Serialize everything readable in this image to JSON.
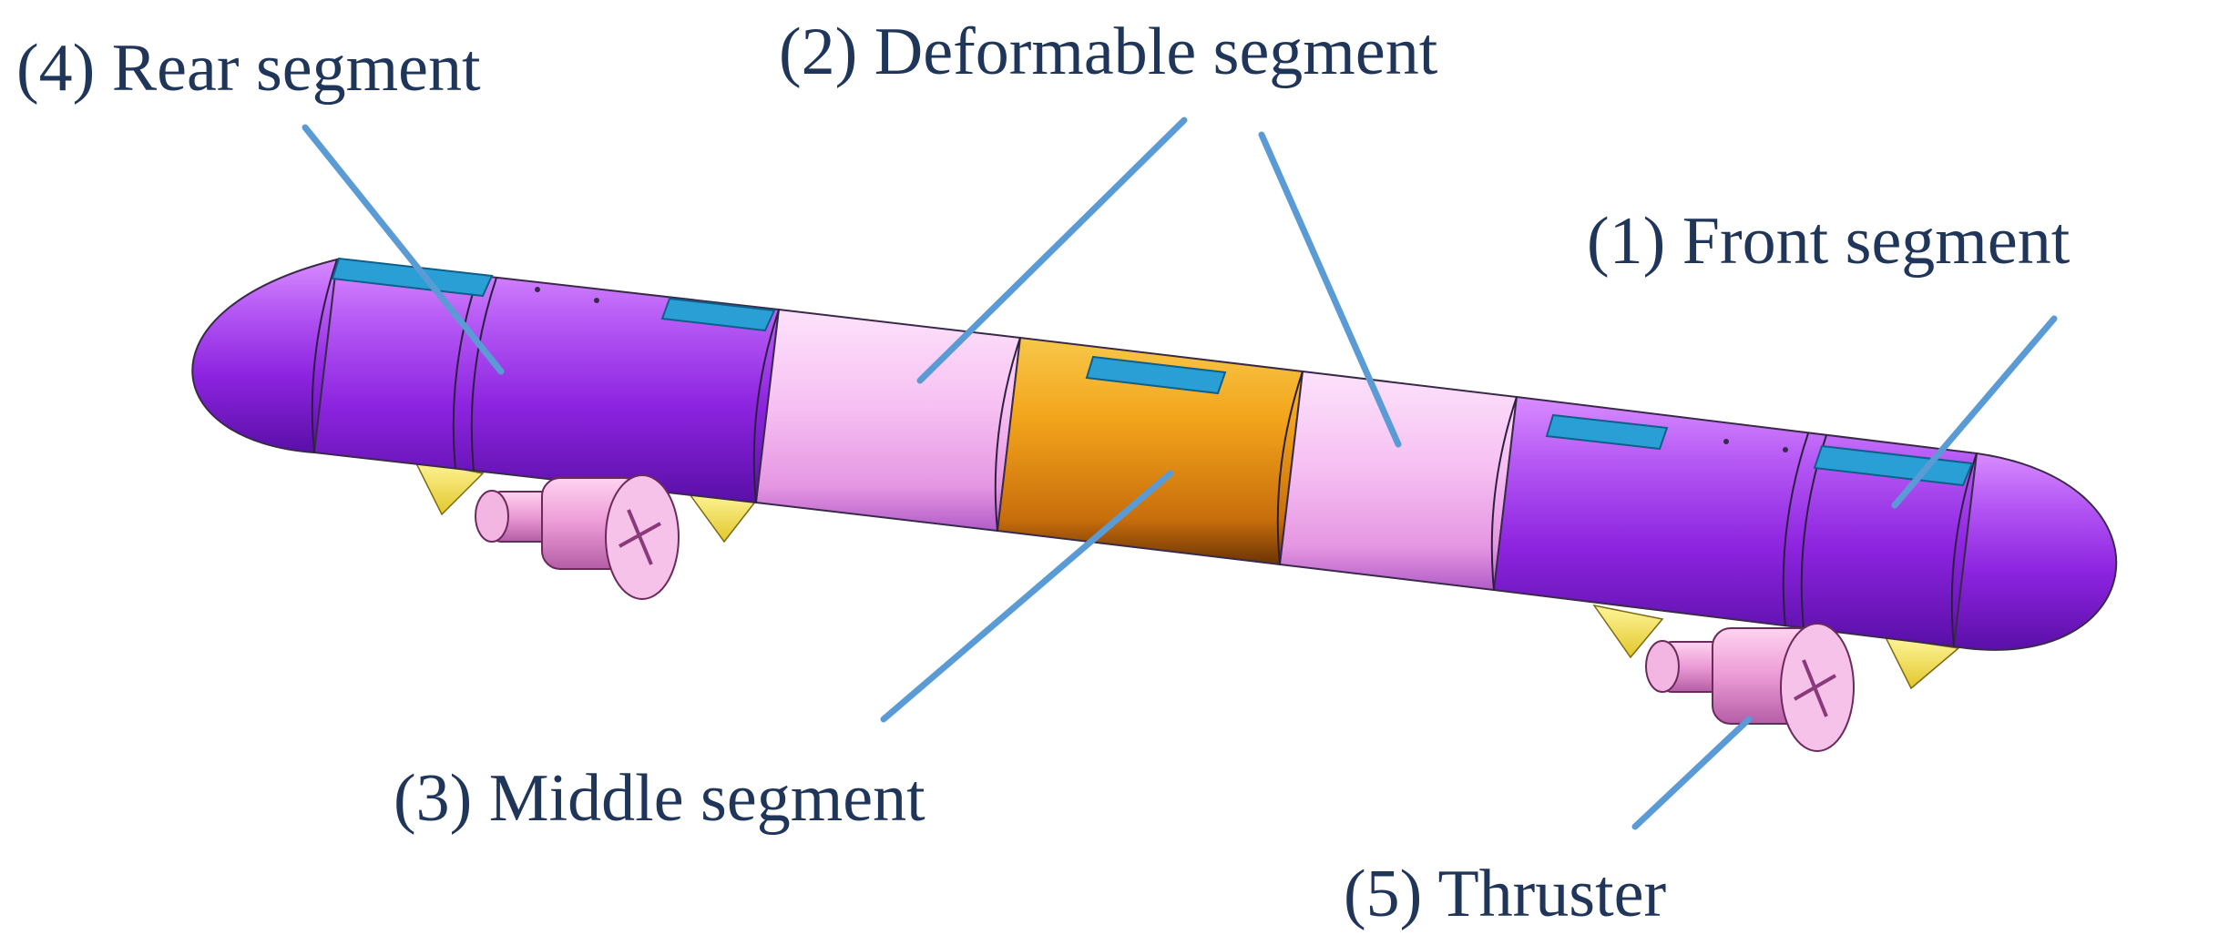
{
  "labels": {
    "front": "(1) Front segment",
    "deformable": "(2) Deformable segment",
    "middle": "(3) Middle segment",
    "rear": "(4) Rear segment",
    "thruster": "(5) Thruster"
  },
  "colors": {
    "label_text": "#1f3559",
    "leader_line": "#5b9bd5",
    "rigid_segment": "#9a2be8",
    "deformable_segment": "#f4b6f2",
    "middle_segment": "#f0a218",
    "hatch": "#2a9fd6",
    "fin": "#f3e24a",
    "thruster_body": "#e58fd0"
  }
}
